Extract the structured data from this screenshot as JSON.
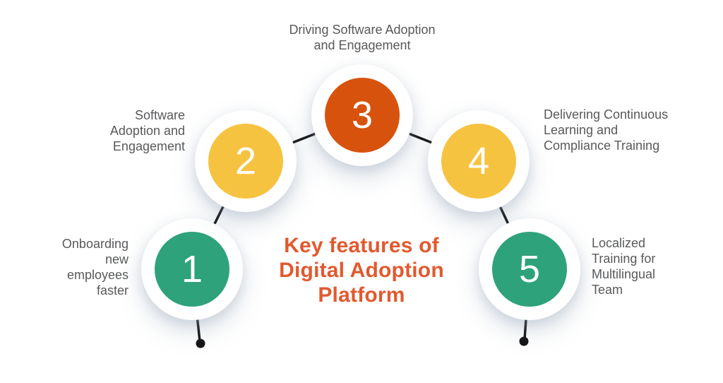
{
  "title": "Key features of\nDigital Adoption\nPlatform",
  "items": [
    {
      "number": "1",
      "label": "Onboarding\nnew\nemployees\nfaster",
      "color": "#2EA27B"
    },
    {
      "number": "2",
      "label": "Software\nAdoption and\nEngagement",
      "color": "#F6C341"
    },
    {
      "number": "3",
      "label": "Driving Software Adoption\nand Engagement",
      "color": "#D7530D"
    },
    {
      "number": "4",
      "label": "Delivering Continuous\nLearning and\nCompliance Training",
      "color": "#F6C341"
    },
    {
      "number": "5",
      "label": "Localized\nTraining for\nMultilingual\nTeam",
      "color": "#2EA27B"
    }
  ],
  "colors": {
    "green": "#2EA27B",
    "yellow": "#F6C341",
    "orange": "#D7530D",
    "title": "#E2592E",
    "label_text": "#58595B",
    "connector": "#111111",
    "background": "#FFFFFF"
  }
}
